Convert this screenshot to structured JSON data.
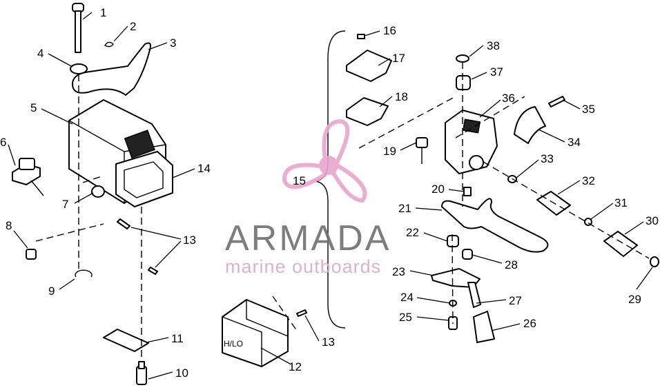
{
  "watermark": {
    "title": "ARMADA",
    "subtitle": "marine outboards",
    "accent_color": "#e9a6cf",
    "title_color": "#6f6f6f",
    "icon": "propeller-icon"
  },
  "switch_label": "H/LO",
  "callouts": [
    {
      "id": "c1",
      "text": "1"
    },
    {
      "id": "c2",
      "text": "2"
    },
    {
      "id": "c3",
      "text": "3"
    },
    {
      "id": "c4",
      "text": "4"
    },
    {
      "id": "c5",
      "text": "5"
    },
    {
      "id": "c6",
      "text": "6"
    },
    {
      "id": "c7",
      "text": "7"
    },
    {
      "id": "c8",
      "text": "8"
    },
    {
      "id": "c9",
      "text": "9"
    },
    {
      "id": "c10",
      "text": "10"
    },
    {
      "id": "c11",
      "text": "11"
    },
    {
      "id": "c12",
      "text": "12"
    },
    {
      "id": "c13a",
      "text": "13"
    },
    {
      "id": "c13b",
      "text": "13"
    },
    {
      "id": "c14",
      "text": "14"
    },
    {
      "id": "c15",
      "text": "15"
    },
    {
      "id": "c16",
      "text": "16"
    },
    {
      "id": "c17",
      "text": "17"
    },
    {
      "id": "c18",
      "text": "18"
    },
    {
      "id": "c19",
      "text": "19"
    },
    {
      "id": "c20",
      "text": "20"
    },
    {
      "id": "c21",
      "text": "21"
    },
    {
      "id": "c22",
      "text": "22"
    },
    {
      "id": "c23",
      "text": "23"
    },
    {
      "id": "c24",
      "text": "24"
    },
    {
      "id": "c25",
      "text": "25"
    },
    {
      "id": "c26",
      "text": "26"
    },
    {
      "id": "c27",
      "text": "27"
    },
    {
      "id": "c28",
      "text": "28"
    },
    {
      "id": "c29",
      "text": "29"
    },
    {
      "id": "c30",
      "text": "30"
    },
    {
      "id": "c31",
      "text": "31"
    },
    {
      "id": "c32",
      "text": "32"
    },
    {
      "id": "c33",
      "text": "33"
    },
    {
      "id": "c34",
      "text": "34"
    },
    {
      "id": "c35",
      "text": "35"
    },
    {
      "id": "c36",
      "text": "36"
    },
    {
      "id": "c37",
      "text": "37"
    },
    {
      "id": "c38",
      "text": "38"
    }
  ]
}
